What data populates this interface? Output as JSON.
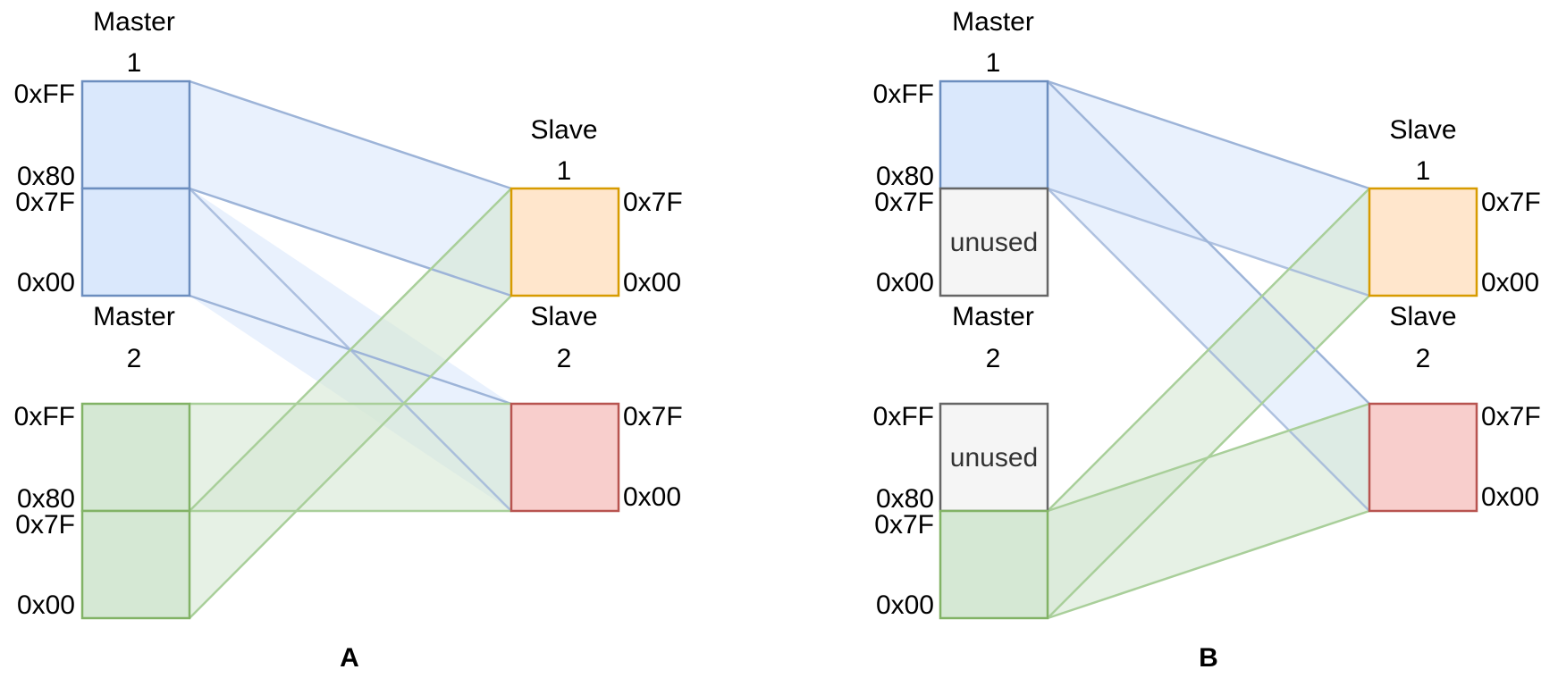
{
  "colors": {
    "master_fill": "#dae8fc",
    "master_stroke": "#6c8ebf",
    "green_fill": "#d5e8d4",
    "green_stroke": "#82b366",
    "slave1_fill": "#ffe6cc",
    "slave1_stroke": "#d79b00",
    "slave2_fill": "#f8cecc",
    "slave2_stroke": "#b85450",
    "unused_fill": "#f5f5f5",
    "unused_stroke": "#666666"
  },
  "diagram_a": {
    "caption": "A",
    "master1": {
      "title_line1": "Master",
      "title_line2": "1",
      "addr_ff": "0xFF",
      "addr_80": "0x80",
      "addr_7f": "0x7F",
      "addr_00": "0x00"
    },
    "master2": {
      "title_line1": "Master",
      "title_line2": "2",
      "addr_ff": "0xFF",
      "addr_80": "0x80",
      "addr_7f": "0x7F",
      "addr_00": "0x00"
    },
    "slave1": {
      "title_line1": "Slave",
      "title_line2": "1",
      "addr_7f": "0x7F",
      "addr_00": "0x00"
    },
    "slave2": {
      "title_line1": "Slave",
      "title_line2": "2",
      "addr_7f": "0x7F",
      "addr_00": "0x00"
    }
  },
  "diagram_b": {
    "caption": "B",
    "master1": {
      "title_line1": "Master",
      "title_line2": "1",
      "addr_ff": "0xFF",
      "addr_80": "0x80",
      "addr_7f": "0x7F",
      "addr_00": "0x00",
      "unused_label": "unused"
    },
    "master2": {
      "title_line1": "Master",
      "title_line2": "2",
      "addr_ff": "0xFF",
      "addr_80": "0x80",
      "addr_7f": "0x7F",
      "addr_00": "0x00",
      "unused_label": "unused"
    },
    "slave1": {
      "title_line1": "Slave",
      "title_line2": "1",
      "addr_7f": "0x7F",
      "addr_00": "0x00"
    },
    "slave2": {
      "title_line1": "Slave",
      "title_line2": "2",
      "addr_7f": "0x7F",
      "addr_00": "0x00"
    }
  }
}
